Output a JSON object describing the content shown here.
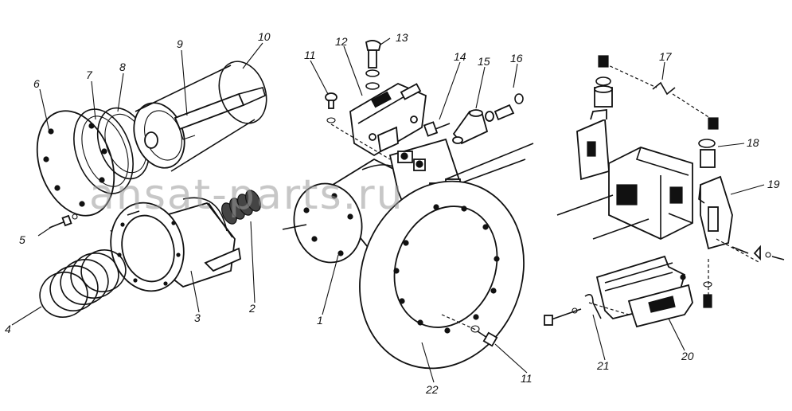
{
  "watermark": "ansat-parts.ru",
  "callouts": {
    "c1": "1",
    "c2": "2",
    "c3": "3",
    "c4": "4",
    "c5": "5",
    "c6": "6",
    "c7": "7",
    "c8": "8",
    "c9": "9",
    "c10": "10",
    "c11a": "11",
    "c11b": "11",
    "c12": "12",
    "c13": "13",
    "c14": "14",
    "c15": "15",
    "c16": "16",
    "c17": "17",
    "c18": "18",
    "c19": "19",
    "c20": "20",
    "c21": "21",
    "c22": "22"
  }
}
